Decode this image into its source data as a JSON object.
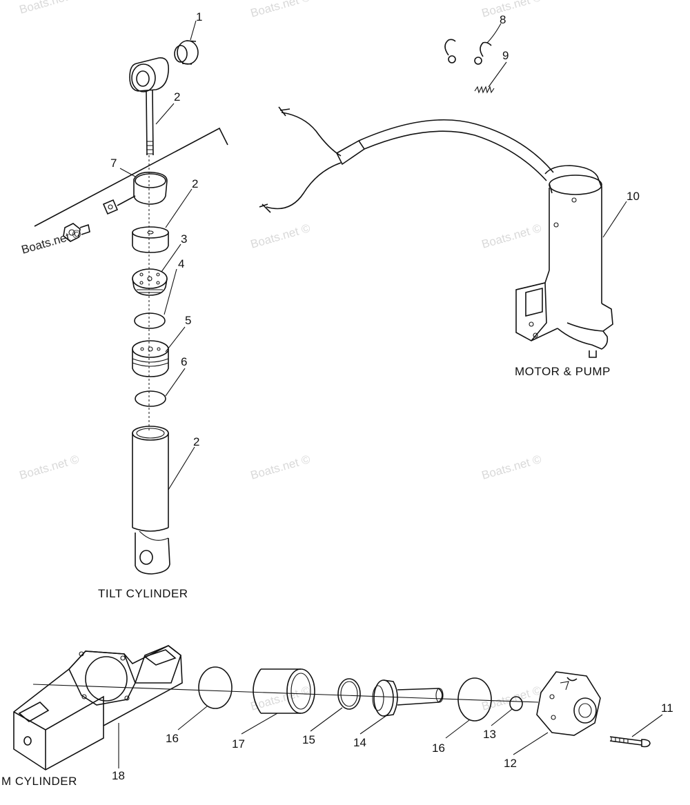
{
  "captions": {
    "motor_pump": "MOTOR & PUMP",
    "tilt_cylinder": "TILT CYLINDER",
    "trim_cylinder": "M CYLINDER"
  },
  "callouts": [
    "1",
    "2",
    "3",
    "4",
    "5",
    "6",
    "7",
    "8",
    "9",
    "10",
    "11",
    "12",
    "13",
    "14",
    "15",
    "16",
    "17",
    "18"
  ],
  "watermark": "Boats.net ©"
}
